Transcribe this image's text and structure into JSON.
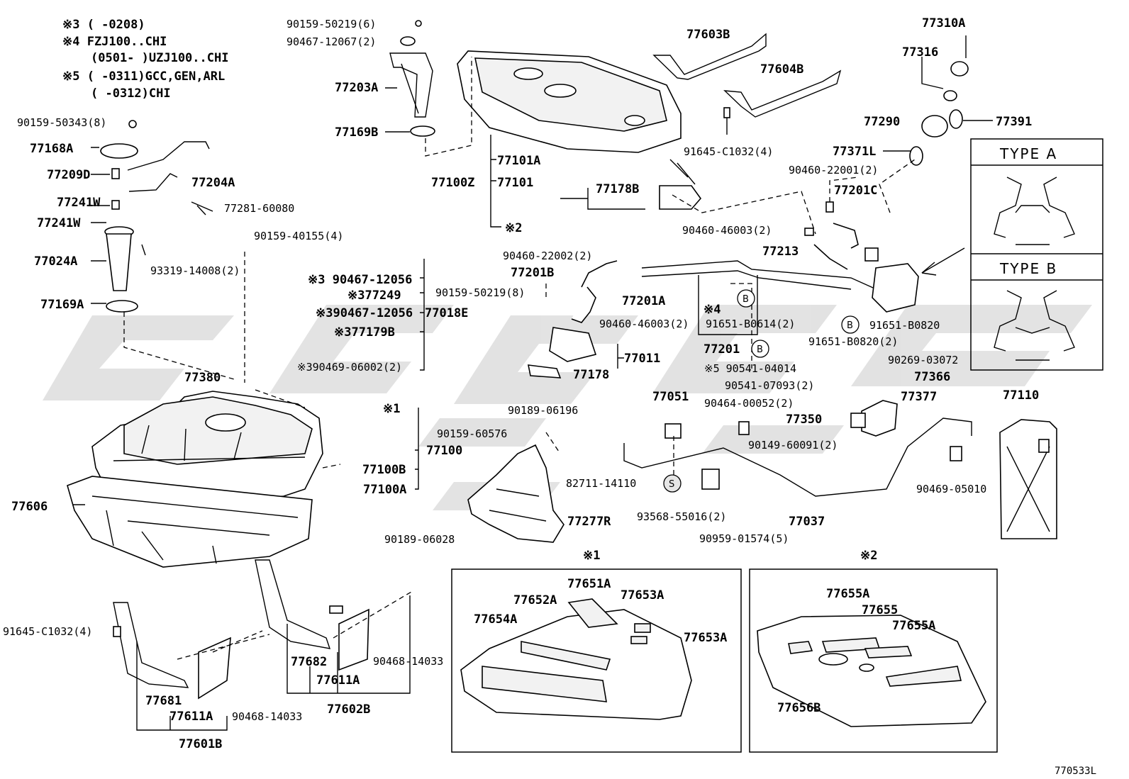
{
  "notes": {
    "n3": "※3 (     -0208)",
    "n4a": "※4 FZJ100..CHI",
    "n4b": "(0501-      )UZJ100..CHI",
    "n5a": "※5 (     -0311)GCC,GEN,ARL",
    "n5b": "(     -0312)CHI"
  },
  "labels": {
    "l01": "90159-50219(6)",
    "l02": "90467-12067(2)",
    "l03": "77203A",
    "l04": "77169B",
    "l05": "90159-50343(8)",
    "l06": "77168A",
    "l07": "77209D",
    "l08": "77204A",
    "l09": "77241W",
    "l10": "77281-60080",
    "l11": "77241W",
    "l12": "77024A",
    "l13": "93319-14008(2)",
    "l14": "77169A",
    "l15": "90159-40155(4)",
    "l16": "※3 90467-12056",
    "l17": "※377249",
    "l18": "※390467-12056",
    "l19": "77018E",
    "l20": "※377179B",
    "l21": "77380",
    "l22": "※390469-06002(2)",
    "l23": "77603B",
    "l24": "77604B",
    "l25": "91645-C1032(4)",
    "l26": "77101A",
    "l27": "77100Z",
    "l28": "77101",
    "l29": "77178B",
    "l30": "※2",
    "l31": "77310A",
    "l32": "77316",
    "l33": "77290",
    "l34": "77391",
    "l35": "77371L",
    "l36": "90460-22001(2)",
    "l37": "77201C",
    "l38": "90460-46003(2)",
    "l39": "77213",
    "l40": "90460-22002(2)",
    "l41": "77201B",
    "l42": "90159-50219(8)",
    "l43": "77201A",
    "l44": "90460-46003(2)",
    "l45": "※4",
    "l46": "91651-B0614(2)",
    "l47": "77201",
    "l48": "91651-B0820",
    "l49": "91651-B0820(2)",
    "l50": "77011",
    "l51": "77178",
    "l52": "※5 90541-04014",
    "l53": "90269-03072",
    "l54": "77366",
    "l55": "90541-07093(2)",
    "l56": "77051",
    "l57": "90464-00052(2)",
    "l58": "77377",
    "l59": "77350",
    "l60": "77110",
    "l61": "※1",
    "l62": "77100",
    "l63": "77100B",
    "l64": "77100A",
    "l65": "77606",
    "l66": "90189-06196",
    "l67": "90159-60576",
    "l68": "77277R",
    "l69": "90189-06028",
    "l70": "82711-14110",
    "l71": "93568-55016(2)",
    "l72": "90959-01574(5)",
    "l73": "77037",
    "l74": "90149-60091(2)",
    "l75": "90469-05010",
    "l76": "91645-C1032(4)",
    "l77": "77681",
    "l78": "77611A",
    "l79": "77601B",
    "l80": "90468-14033",
    "l81": "77682",
    "l82": "77611A",
    "l83": "77602B",
    "l84": "90468-14033",
    "l85": "※1",
    "l86": "77651A",
    "l87": "77652A",
    "l88": "77653A",
    "l89": "77654A",
    "l90": "77653A",
    "l91": "※2",
    "l92": "77655A",
    "l93": "77655",
    "l94": "77655A",
    "l95": "77656B",
    "refB": "B",
    "refS": "S",
    "typeA": "TYPE A",
    "typeB": "TYPE B",
    "diagram_id": "770533L"
  }
}
